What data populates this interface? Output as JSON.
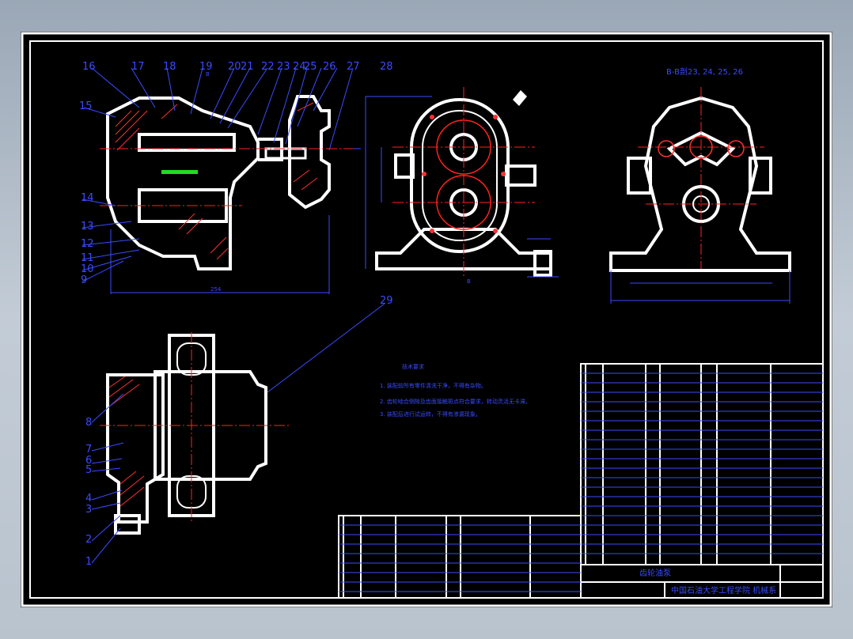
{
  "colors": {
    "background": "#000000",
    "outline": "#ffffff",
    "dimension": "#3a4bff",
    "centerline": "#ff2020",
    "hatch": "#ff3030",
    "highlight": "#22dd22"
  },
  "views": {
    "section_label": "B-B剖23, 24, 25, 26",
    "section_mark": "B"
  },
  "balloons_left_top": [
    "15",
    "16",
    "17",
    "18",
    "19",
    "20",
    "21",
    "22",
    "23",
    "24",
    "25",
    "26",
    "27",
    "28"
  ],
  "balloons_left_side": [
    "14",
    "13",
    "12",
    "11",
    "10",
    "9"
  ],
  "balloons_bottom": [
    "8",
    "7",
    "6",
    "5",
    "4",
    "3",
    "2",
    "1"
  ],
  "balloon_29": "29",
  "notes": {
    "title": "技术要求",
    "lines": [
      "1. 装配前所有零件清洗干净，不得有杂物。",
      "2. 齿轮啮合侧隙及齿面接触斑点符合要求，转动灵活无卡滞。",
      "3. 装配后进行试运转，不得有渗漏现象。"
    ]
  },
  "title_block": {
    "drawing_name": "齿轮油泵",
    "school": "中国石油大学工程学院 机械系"
  }
}
